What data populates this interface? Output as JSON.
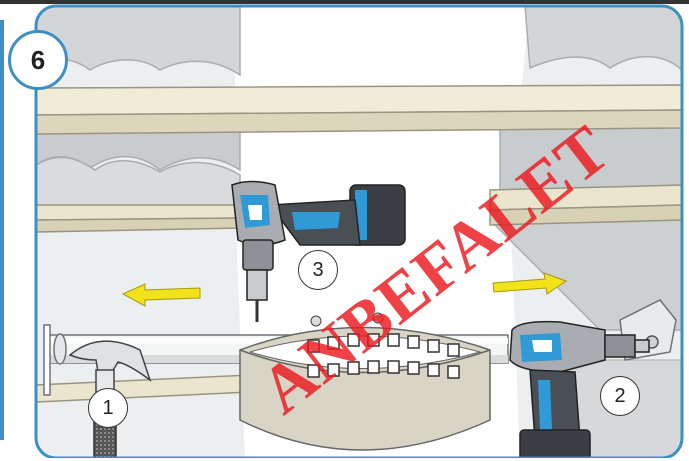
{
  "step": {
    "number": "6"
  },
  "callouts": [
    {
      "label": "1",
      "tool": "hammer"
    },
    {
      "label": "2",
      "tool": "drill-horizontal"
    },
    {
      "label": "3",
      "tool": "drill-vertical"
    }
  ],
  "watermark": {
    "text": "ANBEFALET",
    "color": "#eb191e"
  },
  "colors": {
    "frame": "#3d8fc4",
    "arrow": "#f2e21a",
    "tool_accent": "#2f9ad6",
    "tool_body": "#3b3f45"
  }
}
